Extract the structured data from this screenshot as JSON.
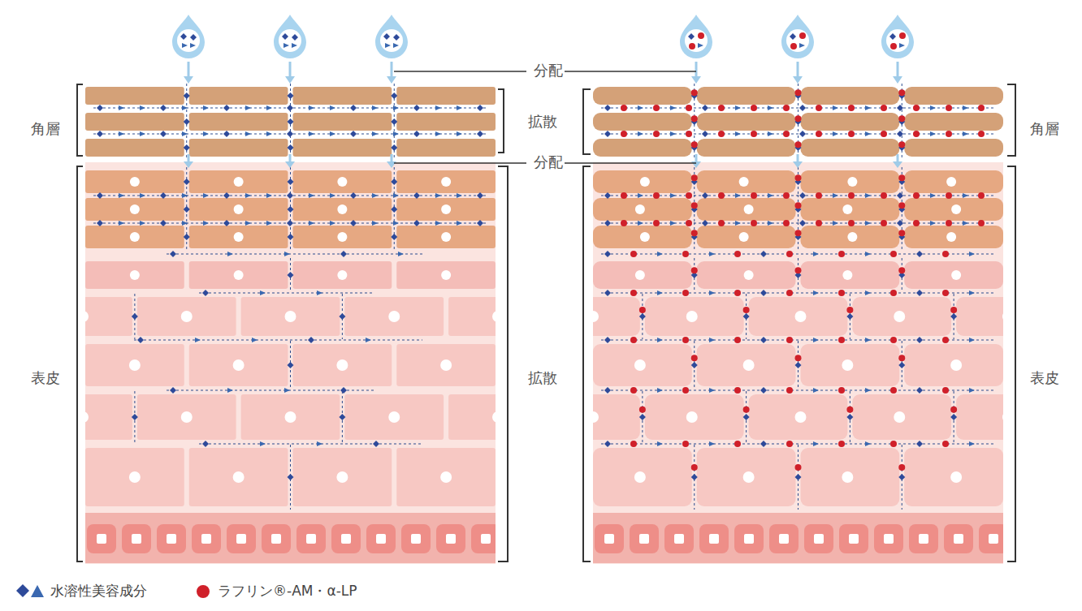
{
  "diagram": {
    "labels": [
      "角層",
      "分配",
      "拡散",
      "分配",
      "角層",
      "表皮",
      "拡散",
      "表皮"
    ],
    "legend": [
      {
        "text": "水溶性美容成分"
      },
      {
        "text": "ラフリン®-AM・α-LP",
        "color": "#d0202a"
      }
    ]
  }
}
